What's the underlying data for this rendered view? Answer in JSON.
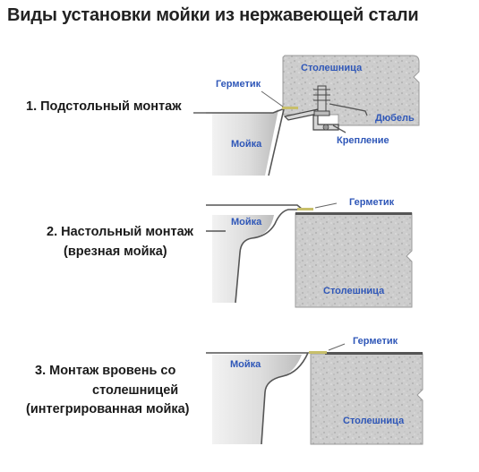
{
  "title": "Виды установки мойки из нержавеющей стали",
  "colors": {
    "label": "#2f57b8",
    "line": "#555555",
    "stone": "#cfcfcf",
    "sealant": "#c8bf6a"
  },
  "sections": [
    {
      "caption": [
        "1. Подстольный монтаж"
      ],
      "labels": {
        "sink": "Мойка",
        "countertop": "Столешница",
        "sealant": "Герметик",
        "dowel": "Дюбель",
        "bracket": "Крепление"
      }
    },
    {
      "caption": [
        "2. Настольный монтаж",
        "(врезная мойка)"
      ],
      "labels": {
        "sink": "Мойка",
        "countertop": "Столешница",
        "sealant": "Герметик"
      }
    },
    {
      "caption": [
        "3. Монтаж вровень со",
        "столешницей",
        "(интегрированная мойка)"
      ],
      "labels": {
        "sink": "Мойка",
        "countertop": "Столешница",
        "sealant": "Герметик"
      }
    }
  ]
}
